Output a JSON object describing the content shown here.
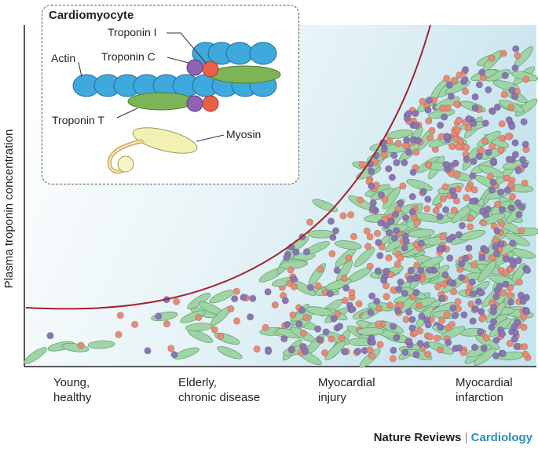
{
  "figure": {
    "y_axis_label": "Plasma troponin concentration",
    "x_categories": [
      "Young,\nhealthy",
      "Elderly,\nchronic disease",
      "Myocardial\ninjury",
      "Myocardial\ninfarction"
    ]
  },
  "inset": {
    "title": "Cardiomyocyte",
    "labels": {
      "troponin_i": "Troponin I",
      "actin": "Actin",
      "troponin_c": "Troponin C",
      "troponin_t": "Troponin T",
      "myosin": "Myosin"
    }
  },
  "credit": {
    "publisher": "Nature Reviews",
    "separator": "|",
    "journal": "Cardiology"
  },
  "colors": {
    "actin": "#3fa9dd",
    "troponin_i": "#e8604a",
    "troponin_c": "#8e63b3",
    "troponin_t": "#7db457",
    "myosin": "#f2f0b3",
    "dot_red": "#e98a72",
    "dot_purple": "#8a76b3",
    "fragment": "#9fd4a6",
    "threshold_curve": "#a8202d"
  }
}
